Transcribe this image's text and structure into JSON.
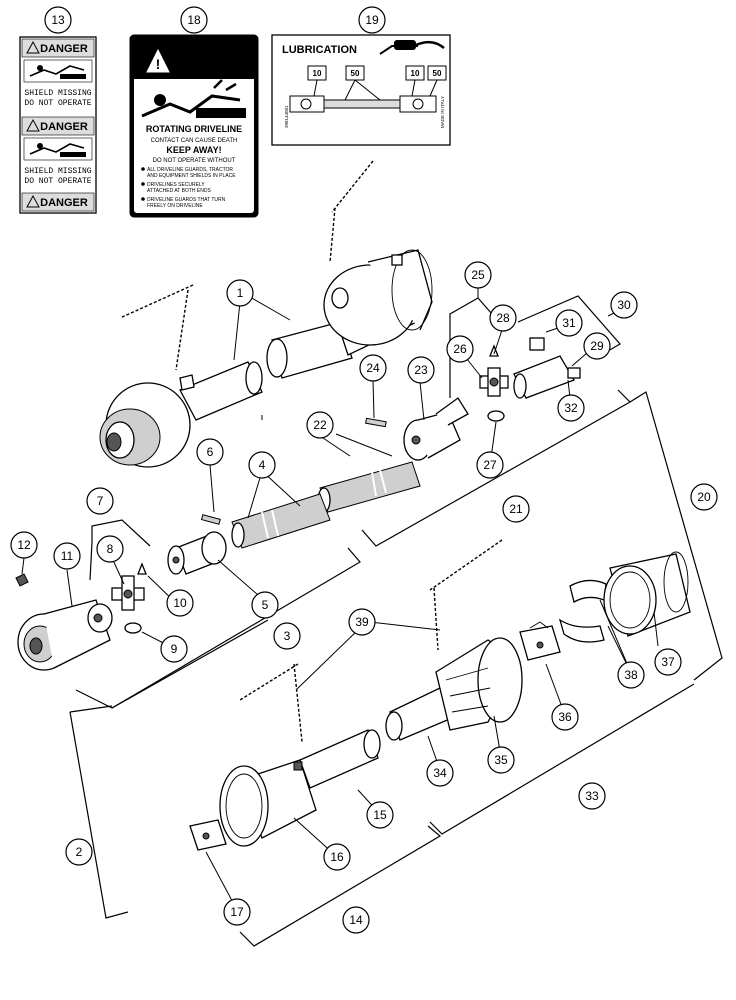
{
  "callouts": [
    "1",
    "2",
    "3",
    "4",
    "5",
    "6",
    "7",
    "8",
    "9",
    "10",
    "11",
    "12",
    "13",
    "14",
    "15",
    "16",
    "17",
    "18",
    "19",
    "20",
    "21",
    "22",
    "23",
    "24",
    "25",
    "26",
    "27",
    "28",
    "29",
    "30",
    "31",
    "32",
    "33",
    "34",
    "35",
    "36",
    "37",
    "38",
    "39"
  ],
  "decal13": {
    "danger": "DANGER",
    "shield_line1": "SHIELD MISSING",
    "shield_line2": "DO NOT OPERATE"
  },
  "decal18": {
    "title": "ROTATING DRIVELINE",
    "line1": "CONTACT CAN CAUSE DEATH",
    "line2": "KEEP AWAY!",
    "line3": "DO NOT OPERATE WITHOUT",
    "bullet1a": "ALL DRIVELINE GUARDS, TRACTOR",
    "bullet1b": "AND EQUIPMENT SHIELDS IN PLACE",
    "bullet2a": "DRIVELINES SECURELY",
    "bullet2b": "ATTACHED AT BOTH ENDS",
    "bullet3a": "DRIVELINE GUARDS THAT TURN",
    "bullet3b": "FREELY ON DRIVELINE"
  },
  "decal19": {
    "title": "LUBRICATION",
    "interval_a": "10",
    "interval_b": "50",
    "side_left": "398144081",
    "side_right": "MADE IN ITALY"
  }
}
